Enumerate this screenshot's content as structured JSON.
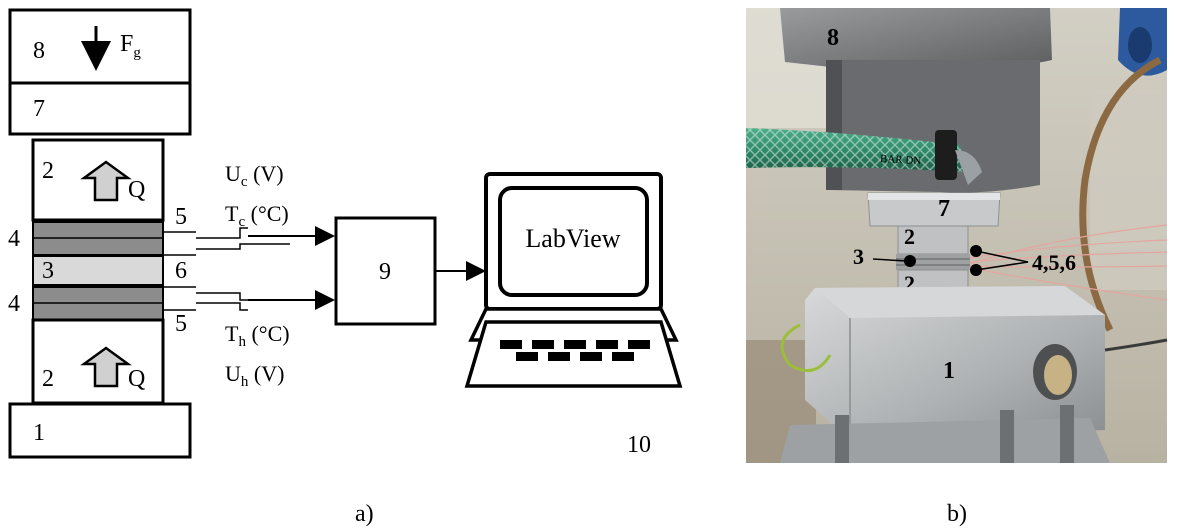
{
  "diagram_a": {
    "caption": "a)",
    "block_top_label": "8",
    "force_main": "F",
    "force_sub": "g",
    "plate_label": "7",
    "upper_block_label": "2",
    "lower_block_label": "2",
    "heat_label_upper": "Q",
    "heat_label_lower": "Q",
    "base_label": "1",
    "layer_left_upper": "4",
    "layer_left_middle": "3",
    "layer_left_lower": "4",
    "right_label_upper": "5",
    "right_label_middle": "6",
    "right_label_lower": "5",
    "uc_main": "U",
    "uc_sub": "c",
    "uc_unit": " (V)",
    "tc_main": "T",
    "tc_sub": "c",
    "tc_unit": " (°C)",
    "th_main": "T",
    "th_sub": "h",
    "th_unit": " (°C)",
    "uh_main": "U",
    "uh_sub": "h",
    "uh_unit": " (V)",
    "daq_label": "9",
    "screen_text": "LabView",
    "computer_label": "10"
  },
  "photo_b": {
    "caption": "b)",
    "label_8": "8",
    "label_7": "7",
    "label_2_upper": "2",
    "label_2_lower": "2",
    "label_3": "3",
    "label_456": "4,5,6",
    "label_1": "1",
    "hose_text": "BAR DN"
  },
  "colors": {
    "thermo_layer": "#8c8c8c",
    "te_module": "#d9d9d9",
    "hose_green": "#2f8a6b",
    "photo_wall": "#c9c3b4",
    "aluminium": "#b7b9ba"
  }
}
